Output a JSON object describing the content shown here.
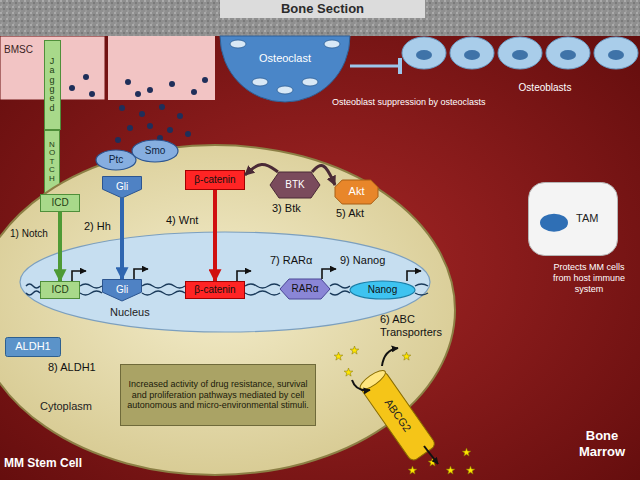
{
  "diagram": {
    "nodes": [
      {
        "text": [
          "Bone Section"
        ]
      },
      {
        "text": [
          "BMSC"
        ]
      },
      {
        "text": [
          "Osteoclast"
        ]
      },
      {
        "text": [
          "Osteoblasts"
        ]
      },
      {
        "text": [
          "Jagged"
        ]
      },
      {
        "text": [
          "NOTCH"
        ]
      },
      {
        "text": [
          "Cytoplasm"
        ]
      },
      {
        "text": [
          "ICD"
        ],
        "in": 6
      },
      {
        "text": [
          "Ptc"
        ],
        "in": 6
      },
      {
        "text": [
          "Smo"
        ],
        "in": 6
      },
      {
        "text": [
          "Gli"
        ],
        "in": 6
      },
      {
        "text": [
          "β-catenin"
        ],
        "in": 6
      },
      {
        "text": [
          "BTK"
        ],
        "in": 6
      },
      {
        "text": [
          "Akt"
        ],
        "in": 6
      },
      {
        "text": [
          "Nucleus"
        ],
        "in": 6
      },
      {
        "text": [
          "ICD"
        ],
        "in": 14
      },
      {
        "text": [
          "Gli"
        ],
        "in": 14
      },
      {
        "text": [
          "β-catenin"
        ],
        "in": 14
      },
      {
        "text": [
          "RARα"
        ],
        "in": 14
      },
      {
        "text": [
          "Nanog"
        ],
        "in": 14
      },
      {
        "text": [
          "ALDH1"
        ],
        "in": 6
      },
      {
        "text": [
          "ABCG2"
        ],
        "in": 6
      },
      {
        "text": [
          "Increased activity of drug resistance, survival and proliferation pathways mediated by cell autonomous and micro-environmental stimuli."
        ],
        "in": 6
      },
      {
        "text": [
          "TAM"
        ]
      }
    ],
    "edges": [
      {
        "from": 7,
        "to": 15,
        "arrow": "to"
      },
      {
        "from": 10,
        "to": 16,
        "arrow": "to"
      },
      {
        "from": 11,
        "to": 17,
        "arrow": "to"
      },
      {
        "from": 12,
        "to": 11,
        "arrow": "to"
      },
      {
        "from": 12,
        "to": 13,
        "arrow": "to"
      },
      {
        "from": 2,
        "to": 3,
        "arrow": "to"
      }
    ],
    "labels": [
      "1) Notch",
      "2) Hh",
      "4) Wnt",
      "3) Btk",
      "5) Akt",
      "7) RARα",
      "9) Nanog",
      "6) ABC Transporters",
      "8) ALDH1",
      "Osteoblast suppression by osteoclasts",
      "Protects MM cells from host immune system",
      "MM Stem Cell",
      "Bone Marrow"
    ]
  }
}
